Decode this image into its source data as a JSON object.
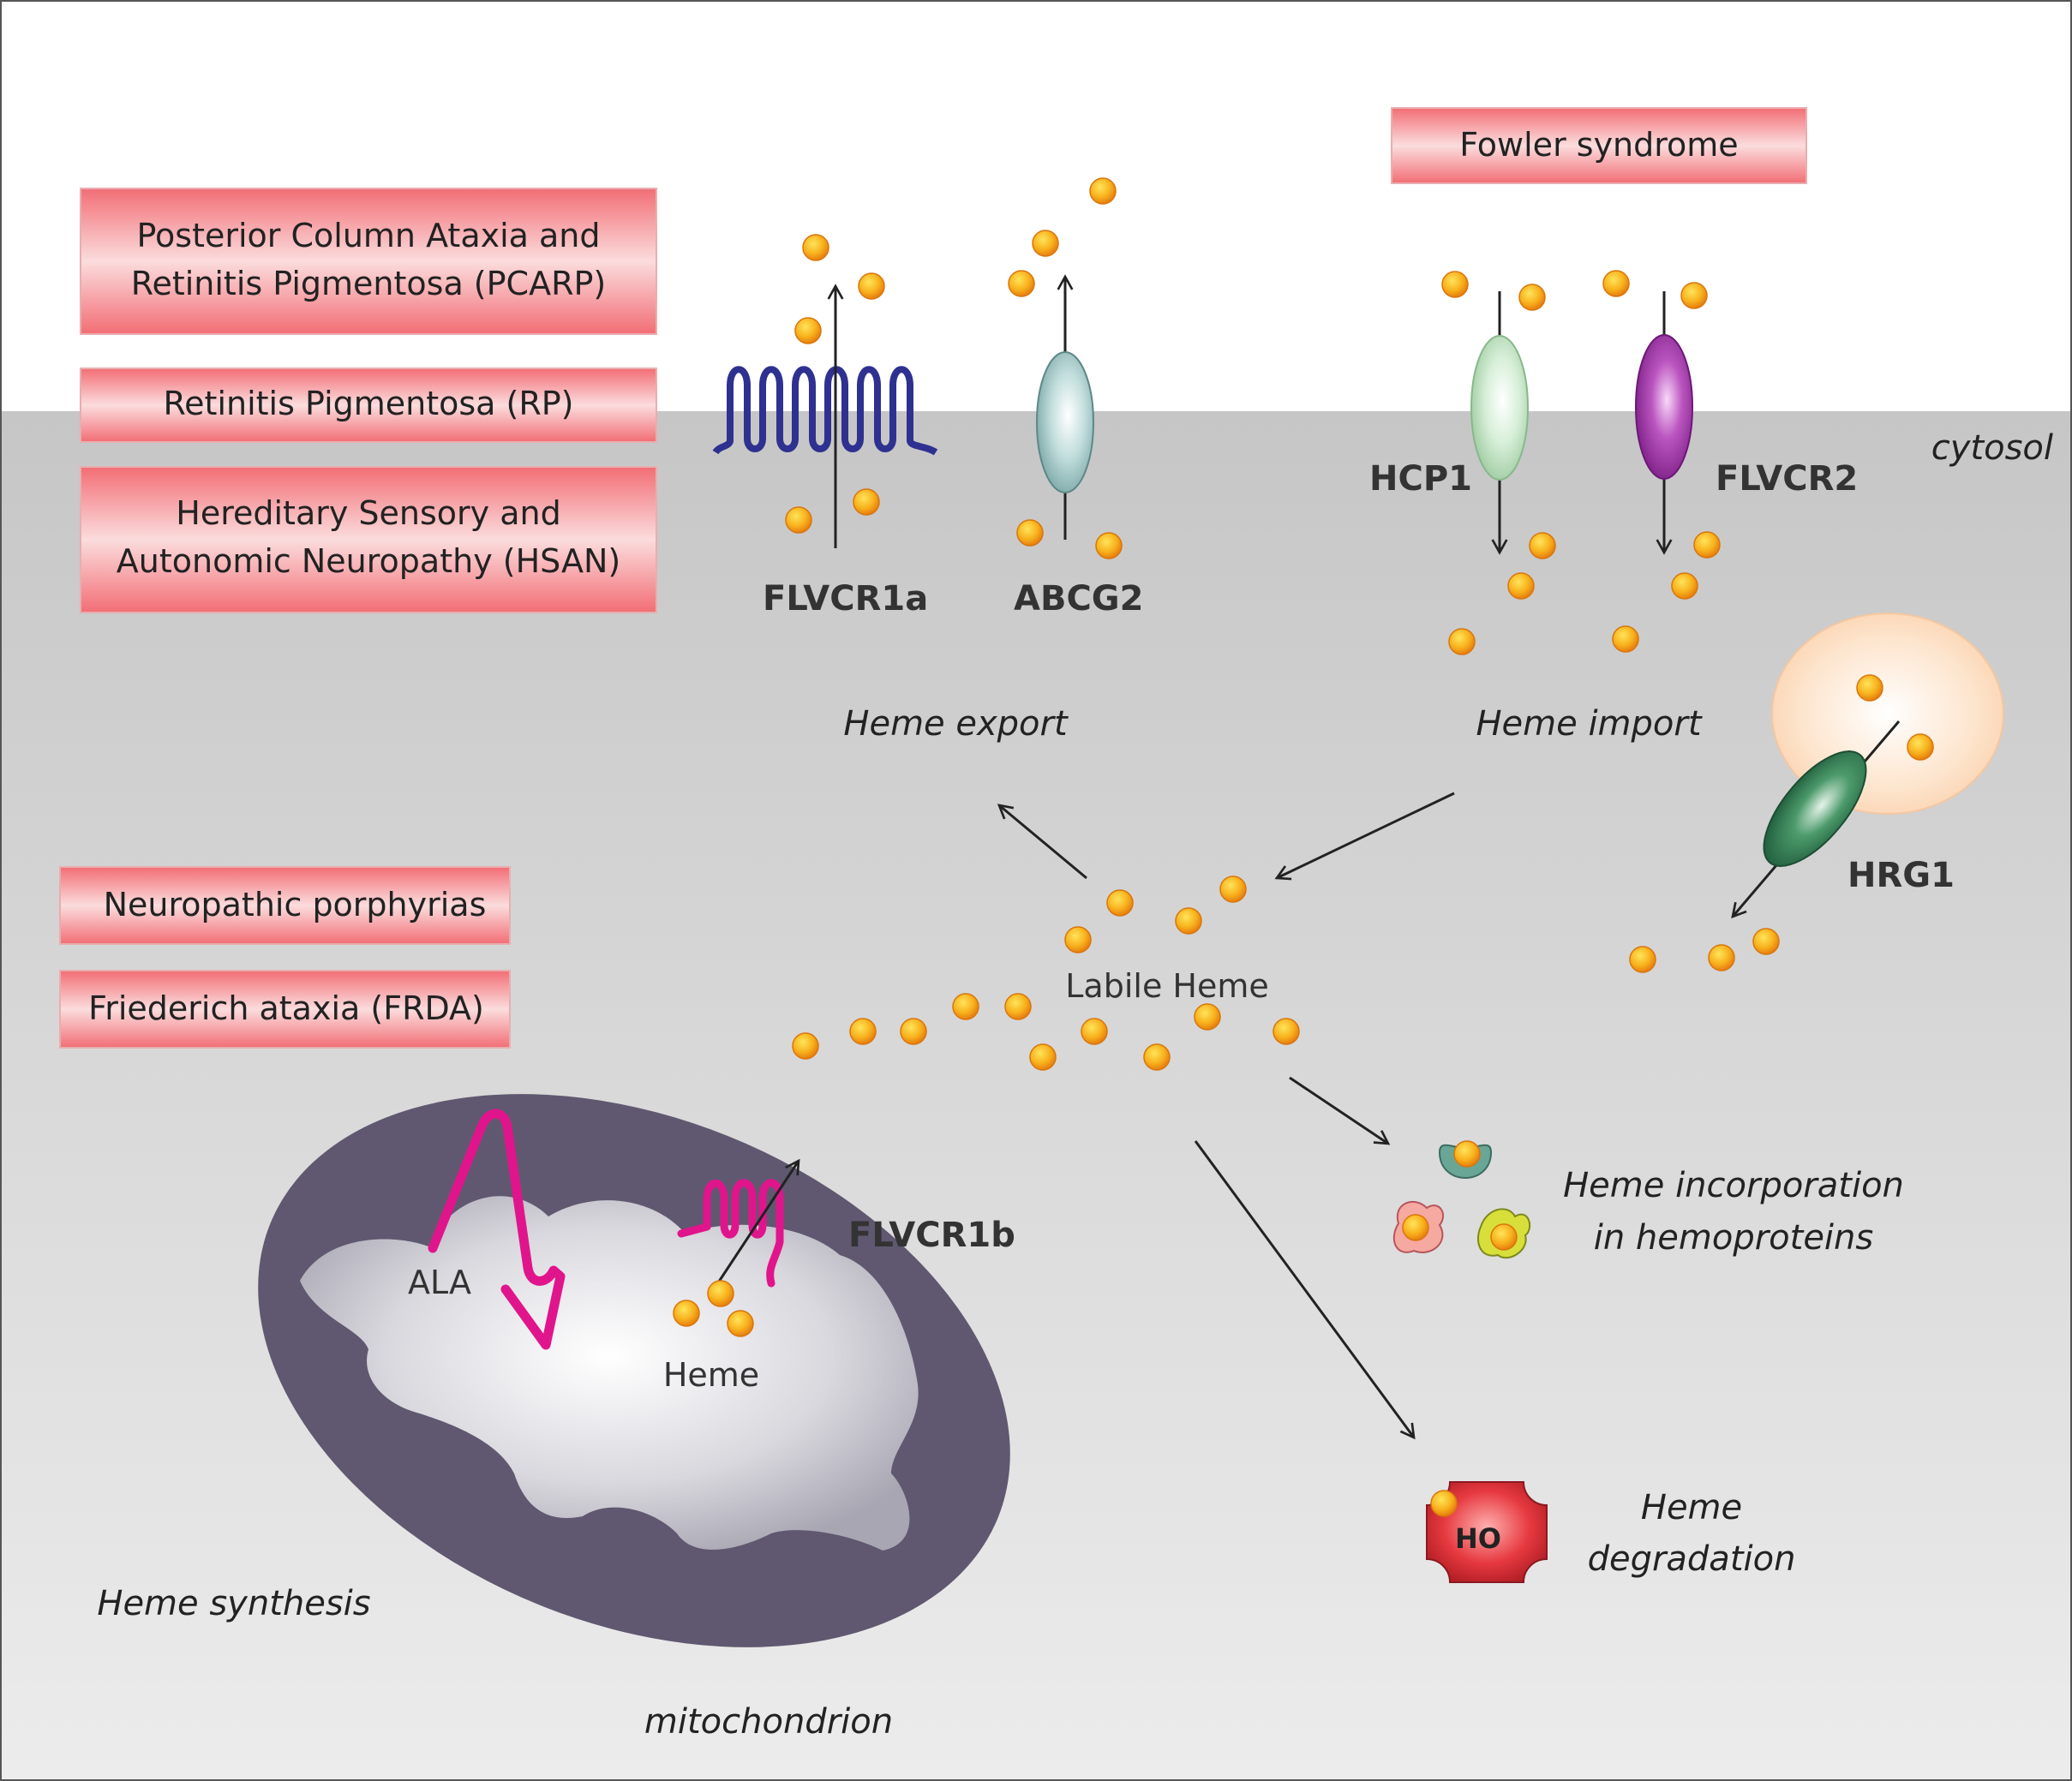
{
  "diseases": {
    "pcarp_line1": "Posterior Column Ataxia and",
    "pcarp_line2": "Retinitis Pigmentosa (PCARP)",
    "rp": "Retinitis Pigmentosa (RP)",
    "hsan_line1": "Hereditary Sensory and",
    "hsan_line2": "Autonomic Neuropathy (HSAN)",
    "fowler": "Fowler syndrome",
    "neuropathic_porphyrias": "Neuropathic porphyrias",
    "frda": "Friederich ataxia (FRDA)"
  },
  "proteins": {
    "flvcr1a": "FLVCR1a",
    "abcg2": "ABCG2",
    "hcp1": "HCP1",
    "flvcr2": "FLVCR2",
    "hrg1": "HRG1",
    "flvcr1b": "FLVCR1b",
    "ho": "HO"
  },
  "compartments": {
    "cytosol": "cytosol",
    "mitochondrion": "mitochondrion"
  },
  "processes": {
    "heme_export": "Heme export",
    "heme_import": "Heme import",
    "heme_incorporation_line1": "Heme incorporation",
    "heme_incorporation_line2": "in hemoproteins",
    "heme_degradation_line1": "Heme",
    "heme_degradation_line2": "degradation",
    "heme_synthesis": "Heme synthesis"
  },
  "molecules": {
    "labile_heme": "Labile Heme",
    "ala": "ALA",
    "heme": "Heme"
  },
  "colors": {
    "disease_box": "#f47a80",
    "cytosol": "#cccccc",
    "heme_molecule": "#f7a81b",
    "mitochondrion": "#5f5870",
    "flvcr1a": "#2e3190",
    "flvcr1b": "#e0158c",
    "hrg1": "#2f7a50",
    "ho": "#e0303a"
  }
}
